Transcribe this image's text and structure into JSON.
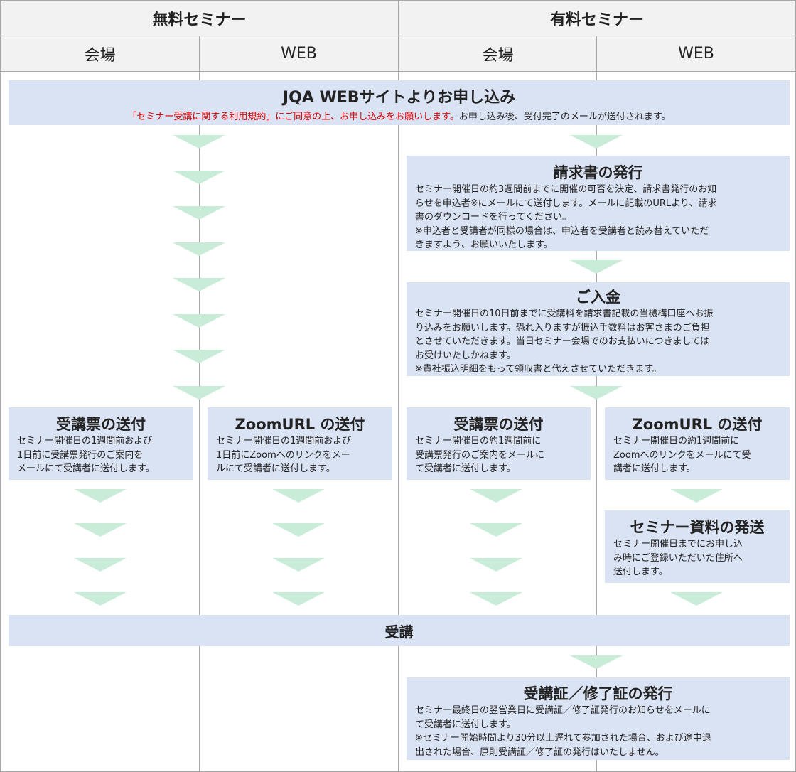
{
  "header": {
    "free": "無料セミナー",
    "paid": "有料セミナー",
    "sub": [
      "会場",
      "WEB",
      "会場",
      "WEB"
    ]
  },
  "apply": {
    "title": "JQA WEBサイトよりお申し込み",
    "note_red": "「セミナー受講に関する利用規約」にご同意の上、お申し込みをお願いします。",
    "note_black": "お申し込み後、受付完了のメールが送付されます。"
  },
  "invoice": {
    "title": "請求書の発行",
    "lines": [
      "セミナー開催日の約3週間前までに開催の可否を決定、請求書発行のお知",
      "らせを申込者※にメールにて送付します。メールに記載のURLより、請求",
      "書のダウンロードを行ってください。",
      "※申込者と受講者が同様の場合は、申込者を受講者と読み替えていただ",
      "きますよう、お願いいたします。"
    ]
  },
  "payment": {
    "title": "ご入金",
    "lines": [
      "セミナー開催日の10日前までに受講料を請求書記載の当機構口座へお振",
      "り込みをお願いします。恐れ入りますが振込手数料はお客さまのご負担",
      "とさせていただきます。当日セミナー会場でのお支払いにつきましては",
      "お受けいたしかねます。",
      "※貴社振込明細をもって領収書と代えさせていただきます。"
    ]
  },
  "free_venue_ticket": {
    "title": "受講票の送付",
    "lines": [
      "セミナー開催日の1週間前および",
      "1日前に受講票発行のご案内を",
      "メールにて受講者に送付します。"
    ]
  },
  "free_web_zoom": {
    "title": "ZoomURL の送付",
    "lines": [
      "セミナー開催日の1週間前および",
      "1日前にZoomへのリンクをメー",
      "ルにて受講者に送付します。"
    ]
  },
  "paid_venue_ticket": {
    "title": "受講票の送付",
    "lines": [
      "セミナー開催日の約1週間前に",
      "受講票発行のご案内をメールに",
      "て受講者に送付します。"
    ]
  },
  "paid_web_zoom": {
    "title": "ZoomURL の送付",
    "lines": [
      "セミナー開催日の約1週間前に",
      "Zoomへのリンクをメールにて受",
      "講者に送付します。"
    ]
  },
  "materials": {
    "title": "セミナー資料の発送",
    "lines": [
      "セミナー開催日までにお申し込",
      "み時にご登録いただいた住所へ",
      "送付します。"
    ]
  },
  "attend": {
    "title": "受講"
  },
  "certificate": {
    "title": "受講証／修了証の発行",
    "lines": [
      "セミナー最終日の翌営業日に受講証／修了証発行のお知らせをメールに",
      "て受講者に送付します。",
      "※セミナー開始時間より30分以上遅れて参加された場合、および途中退",
      "出された場合、原則受講証／修了証の発行はいたしません。"
    ]
  },
  "colors": {
    "box": "#dae3f3",
    "arrow": "#c8ecd7",
    "header": "#f2f2f2",
    "note_red": "#e00000"
  }
}
